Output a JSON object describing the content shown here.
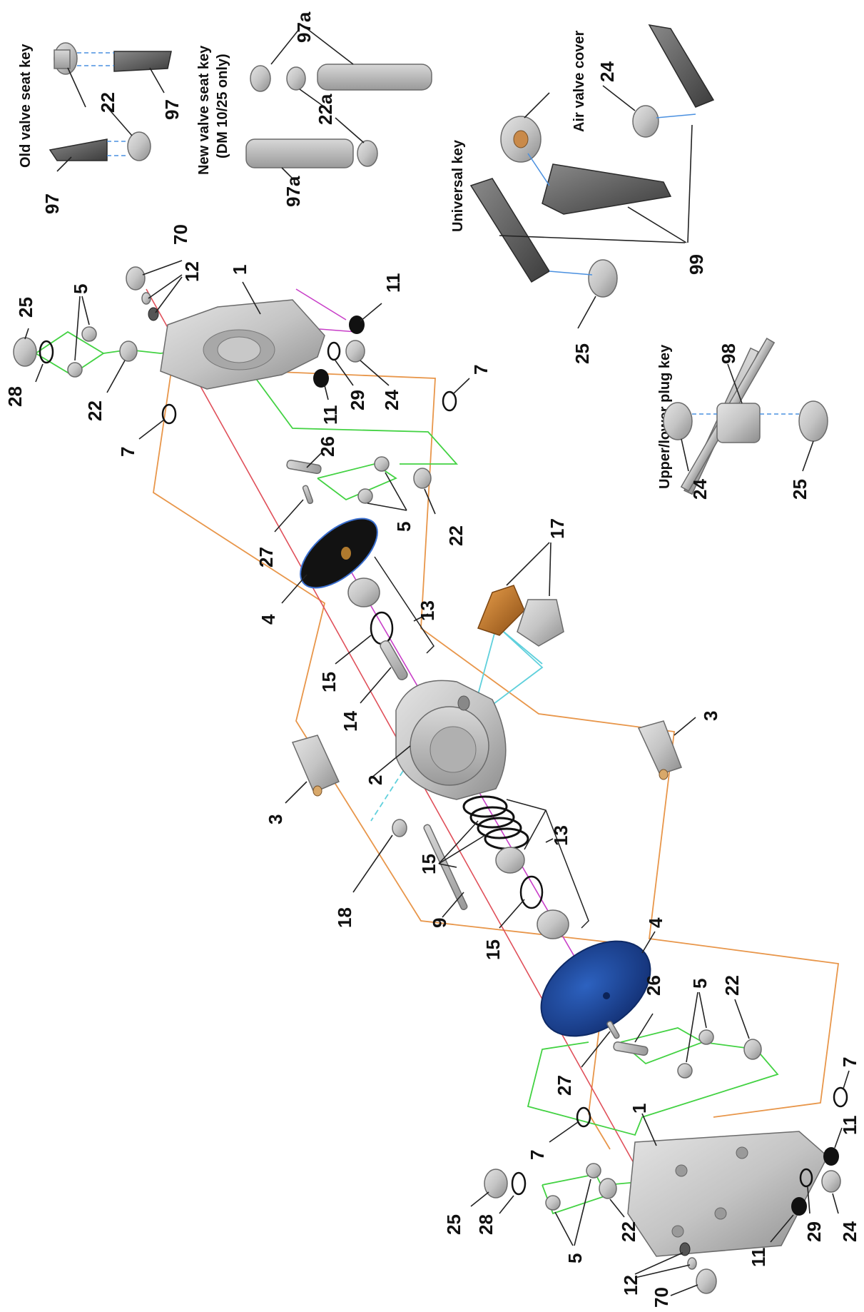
{
  "diagram": {
    "type": "exploded-parts-view",
    "colors": {
      "air_path": "#e8964a",
      "rod_path": "#e0505a",
      "valve_path": "#43d243",
      "plug_path": "#c83fc8",
      "muffler_path": "#5fd0dc",
      "key_path": "#4a90e0",
      "part_grey": "#b9b9b9",
      "diaphragm_black": "#121212",
      "diaphragm_blue": "#1a3f8f",
      "muffler_bronze": "#c67a28"
    },
    "insets": {
      "old_valve_seat_key": "Old valve seat key",
      "new_valve_seat_key": "New valve seat key",
      "new_valve_seat_key_note": "(DM 10/25 only)",
      "universal_key": "Universal key",
      "air_valve_cover": "Air valve cover",
      "upper_lower_plug_key": "Upper/lower plug key"
    },
    "labels": {
      "p97_a": "97",
      "p97_b": "97",
      "p22_a": "22",
      "p22_b": "22",
      "p97a_a": "97a",
      "p97a_b": "97a",
      "p22a": "22a",
      "p24_uk": "24",
      "p25_uk": "25",
      "p99": "99",
      "p98": "98",
      "p24_pk": "24",
      "p25_pk": "25",
      "p25_top": "25",
      "p28_top": "28",
      "p5_top": "5",
      "p22_top": "22",
      "p12_top": "12",
      "p70_top": "70",
      "p1_top": "1",
      "p11_top_a": "11",
      "p11_top_b": "11",
      "p29_top": "29",
      "p24_top": "24",
      "p7_a": "7",
      "p7_b": "7",
      "p26_top": "26",
      "p27_top": "27",
      "p5_mid": "5",
      "p22_mid": "22",
      "p4_top": "4",
      "p13_top": "13",
      "p15_top": "15",
      "p14": "14",
      "p17": "17",
      "p2": "2",
      "p3_left": "3",
      "p3_right": "3",
      "p18": "18",
      "p9": "9",
      "p15_b": "15",
      "p15_c": "15",
      "p13_b": "13",
      "p4_bot": "4",
      "p26_bot": "26",
      "p27_bot": "27",
      "p5_bot_r": "5",
      "p22_bot_r": "22",
      "p7_c": "7",
      "p7_d": "7",
      "p1_bot": "1",
      "p11_bot_a": "11",
      "p11_bot_b": "11",
      "p29_bot": "29",
      "p24_bot": "24",
      "p25_bot": "25",
      "p28_bot": "28",
      "p22_bot": "22",
      "p5_bot": "5",
      "p12_bot": "12",
      "p70_bot": "70"
    }
  }
}
